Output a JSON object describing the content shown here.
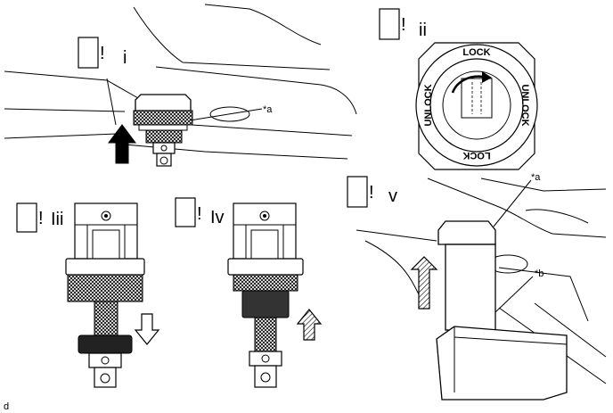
{
  "steps": [
    {
      "number": "i"
    },
    {
      "number": "ii"
    },
    {
      "number": "Iii"
    },
    {
      "number": "Iv"
    },
    {
      "number": "v"
    }
  ],
  "step_marker": "!",
  "callouts": {
    "a1": "*a",
    "a2": "*a",
    "b": "*b"
  },
  "cap_labels": {
    "top": "LOCK",
    "bottom": "LOCK",
    "left": "UNLOCK",
    "right": "UNLOCK"
  },
  "footer_code": "d"
}
